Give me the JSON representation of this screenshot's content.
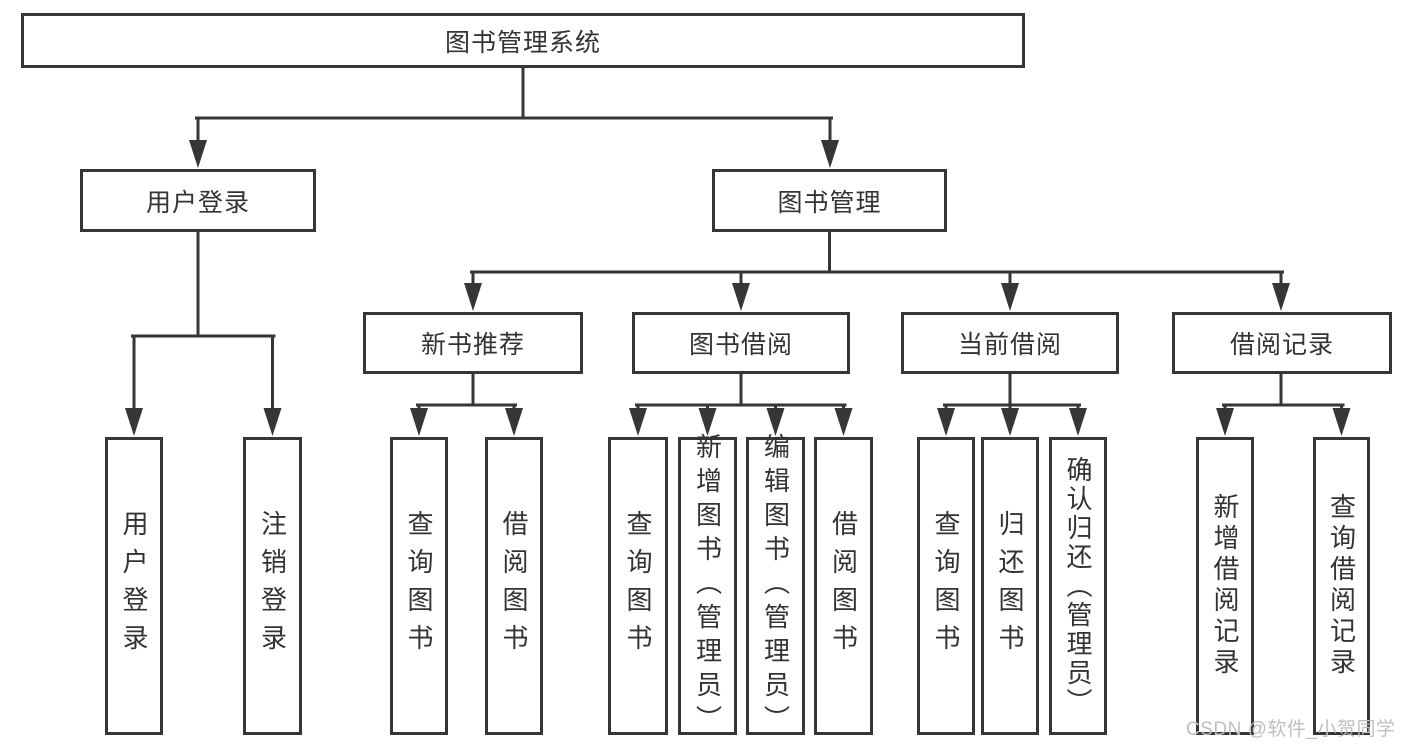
{
  "colors": {
    "line": "#363636",
    "text": "#333333",
    "background": "#ffffff",
    "watermark_color": "#bfbfbf"
  },
  "diagram": {
    "root": "图书管理系统",
    "level1": [
      {
        "label": "用户登录",
        "children": [
          {
            "label": "用户登录"
          },
          {
            "label": "注销登录"
          }
        ]
      },
      {
        "label": "图书管理",
        "children": [
          {
            "label": "新书推荐",
            "children": [
              {
                "label": "查询图书"
              },
              {
                "label": "借阅图书"
              }
            ]
          },
          {
            "label": "图书借阅",
            "children": [
              {
                "label": "查询图书"
              },
              {
                "label": "新增图书（管理员）"
              },
              {
                "label": "编辑图书（管理员）"
              },
              {
                "label": "借阅图书"
              }
            ]
          },
          {
            "label": "当前借阅",
            "children": [
              {
                "label": "查询图书"
              },
              {
                "label": "归还图书"
              },
              {
                "label": "确认归还（管理员）"
              }
            ]
          },
          {
            "label": "借阅记录",
            "children": [
              {
                "label": "新增借阅记录"
              },
              {
                "label": "查询借阅记录"
              }
            ]
          }
        ]
      }
    ]
  },
  "watermark": "CSDN @软件_小贺同学"
}
